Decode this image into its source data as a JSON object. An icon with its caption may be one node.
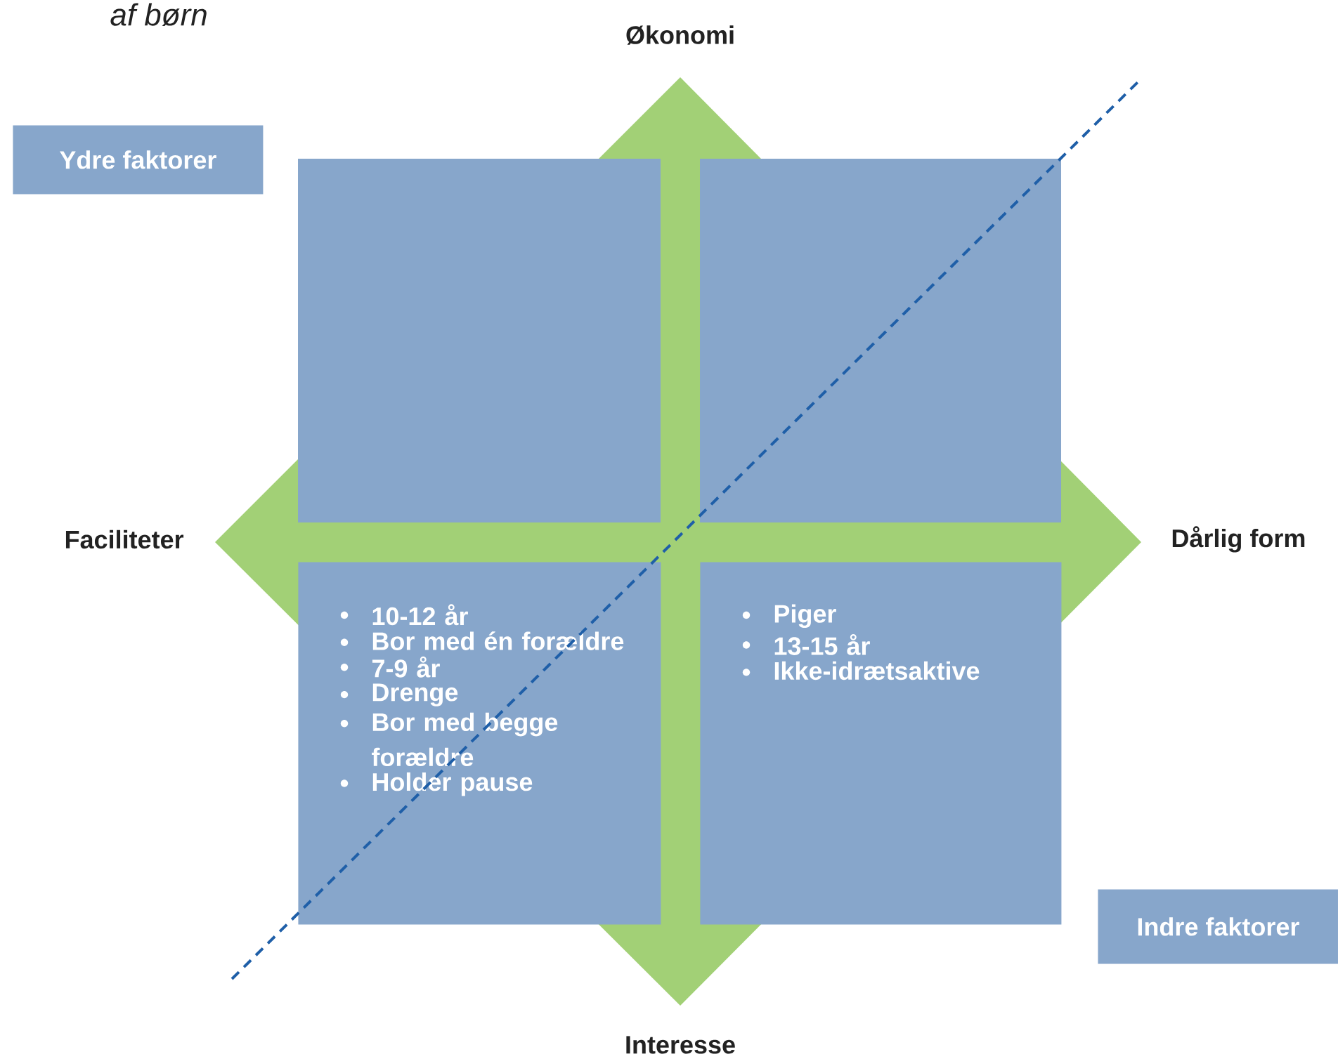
{
  "diagram": {
    "title": "af børn",
    "nodes": [
      {
        "text": [
          "Ydre faktorer"
        ]
      },
      {
        "text": [],
        "shape": "box"
      },
      {
        "text": [],
        "shape": "box"
      },
      {
        "text": [
          "10-12 år",
          "Bor med én forældre",
          "7-9 år",
          "Drenge",
          "Bor med begge forældre",
          "Holder pause"
        ]
      },
      {
        "text": [
          "Piger",
          "13-15 år",
          "Ikke-idrætsaktive"
        ]
      },
      {
        "text": [
          "Indre faktorer"
        ]
      }
    ],
    "labels": [
      "Økonomi",
      "Faciliteter",
      "Dårlig form",
      "Interesse"
    ]
  }
}
